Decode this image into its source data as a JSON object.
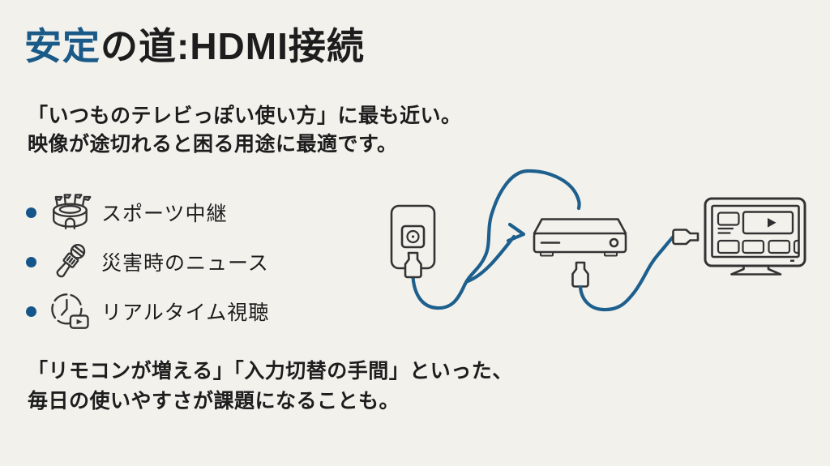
{
  "slide": {
    "background_color": "#f2f1ec",
    "accent_color": "#1a5a88",
    "ink_color": "#1d1d1d",
    "cable_color": "#1d5f8d",
    "icon_stroke_color": "#333333"
  },
  "title": {
    "accent": "安定",
    "rest": "の道:HDMI接続"
  },
  "intro": {
    "line1": "「いつものテレビっぽい使い方」に最も近い。",
    "line2": "映像が途切れると困る用途に最適です。"
  },
  "bullets": [
    {
      "icon": "stadium-icon",
      "label": "スポーツ中継"
    },
    {
      "icon": "microphone-icon",
      "label": "災害時のニュース"
    },
    {
      "icon": "clock-play-icon",
      "label": "リアルタイム視聴"
    }
  ],
  "outro": {
    "line1": "「リモコンが増える」「入力切替の手間」といった、",
    "line2": "毎日の使いやすさが課題になることも。"
  },
  "illustration": {
    "parts": [
      "wall-outlet",
      "power-hdmi-cable",
      "flow-arrow",
      "set-top-box",
      "hdmi-cable",
      "hdmi-plug",
      "tv-screen"
    ]
  }
}
